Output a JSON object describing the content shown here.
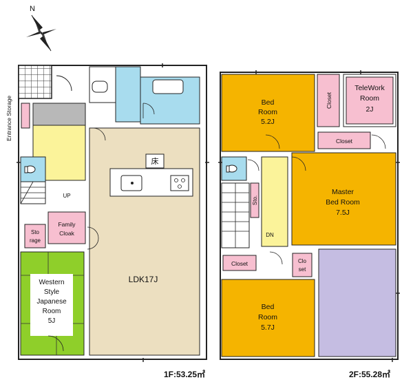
{
  "compass": {
    "north": "N"
  },
  "floor1": {
    "caption": "1F:53.25㎡",
    "rooms": {
      "entrance_storage": "Entrance Storage",
      "up": "UP",
      "storage": [
        "Sto",
        "rage"
      ],
      "family_cloak": [
        "Family",
        "Cloak"
      ],
      "western_japanese": [
        "Western",
        "Style",
        "Japanese",
        "Room",
        "5J"
      ],
      "ldk": "LDK17J",
      "floor_mark": "床"
    }
  },
  "floor2": {
    "caption": "2F:55.28㎡",
    "rooms": {
      "bed1": [
        "Bed",
        "Room",
        "5.2J"
      ],
      "closet_vertical": "Closet",
      "telework": [
        "TeleWork",
        "Room",
        "2J"
      ],
      "closet_top": "Closet",
      "master": [
        "Master",
        "Bed Room",
        "7.5J"
      ],
      "sto": "Sto.",
      "dn": "DN",
      "closet_left": "Closet",
      "closet_small": [
        "Clo",
        "set"
      ],
      "bed2": [
        "Bed",
        "Room",
        "5.7J"
      ]
    }
  },
  "colors": {
    "bedroom": "#f5b400",
    "closet": "#f7bfd0",
    "wet_area": "#a8dcee",
    "corridor": "#fbf39a",
    "ldk": "#ecdfc0",
    "tatami": "#8fcf2a",
    "void": "#c5bde2",
    "gray": "#b8b8b8",
    "wall": "#222222"
  }
}
